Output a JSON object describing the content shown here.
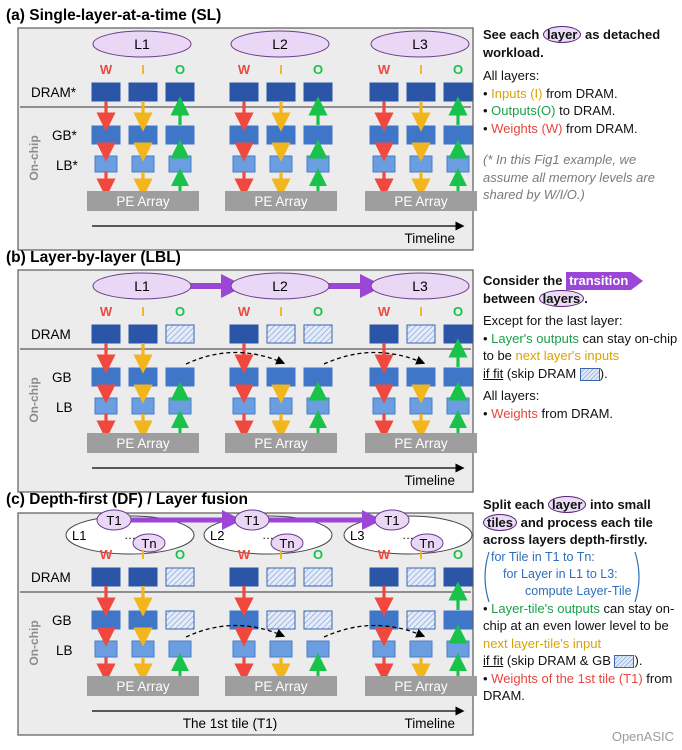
{
  "sections": {
    "sl": {
      "title": "(a) Single-layer-at-a-time (SL)"
    },
    "lbl": {
      "title": "(b) Layer-by-layer (LBL)"
    },
    "df": {
      "title": "(c) Depth-first (DF) / Layer fusion"
    }
  },
  "diagram": {
    "layers": [
      "L1",
      "L2",
      "L3"
    ],
    "wio": [
      "W",
      "I",
      "O"
    ],
    "levels": {
      "dram_star": "DRAM*",
      "gb_star": "GB*",
      "lb_star": "LB*",
      "dram": "DRAM",
      "gb": "GB",
      "lb": "LB"
    },
    "onchip": "On-chip",
    "pe_array": "PE Array",
    "timeline": "Timeline",
    "tile_first": "T1",
    "tile_last": "Tn",
    "dots": "…",
    "first_tile_caption": "The 1st tile (T1)",
    "colors": {
      "dram": "#2b56a8",
      "gb": "#3f76c8",
      "lb": "#6b9ee0",
      "pe": "#9e9e9e",
      "red": "#f0483e",
      "yellow": "#f2b51b",
      "green": "#19c24a",
      "purple": "#9b46d6",
      "ellipse": "#ead7f5"
    }
  },
  "side": {
    "sl": {
      "l1a": "See each ",
      "layer": "layer",
      "l1b": " as detached workload.",
      "all_layers": "All layers:",
      "in_a": "Inputs (I)",
      "in_b": " from DRAM.",
      "out_a": "Outputs(O)",
      "out_b": " to DRAM.",
      "w_a": "Weights (W)",
      "w_b": " from DRAM.",
      "note": "(* In this Fig1 example, we assume all memory levels are shared by W/I/O.)"
    },
    "lbl": {
      "c1": "Consider the ",
      "transition": "transition",
      "c2": "between ",
      "layers": "layers",
      "c3": ".",
      "except": "Except for the last layer:",
      "bullet": "• ",
      "lo": "Layer's outputs",
      "lo2": " can stay on-chip to be ",
      "nli": "next layer's inputs",
      "iffit": "if fit",
      "skip": " (skip DRAM ",
      "close": ").",
      "all": "All layers:",
      "weights": "Weights",
      "wrest": " from DRAM."
    },
    "df": {
      "s1": "Split each ",
      "layer": "layer",
      "s2": " into small ",
      "tiles": "tiles",
      "s3": " and process each tile across layers depth-firstly.",
      "code1": "for Tile in T1 to Tn:",
      "code2": "for Layer in L1 to L3:",
      "code3": "compute Layer-Tile",
      "bullet": "• ",
      "lto": "Layer-tile's outputs",
      "lto2": " can stay on-chip at an even lower level to be ",
      "nlti": "next layer-tile's input",
      "iffit": "if fit",
      "skip": " (skip DRAM & GB ",
      "close": ").",
      "wt": "Weights of the 1st tile (T1)",
      "wt2": " from DRAM."
    }
  },
  "watermark": "OpenASIC"
}
